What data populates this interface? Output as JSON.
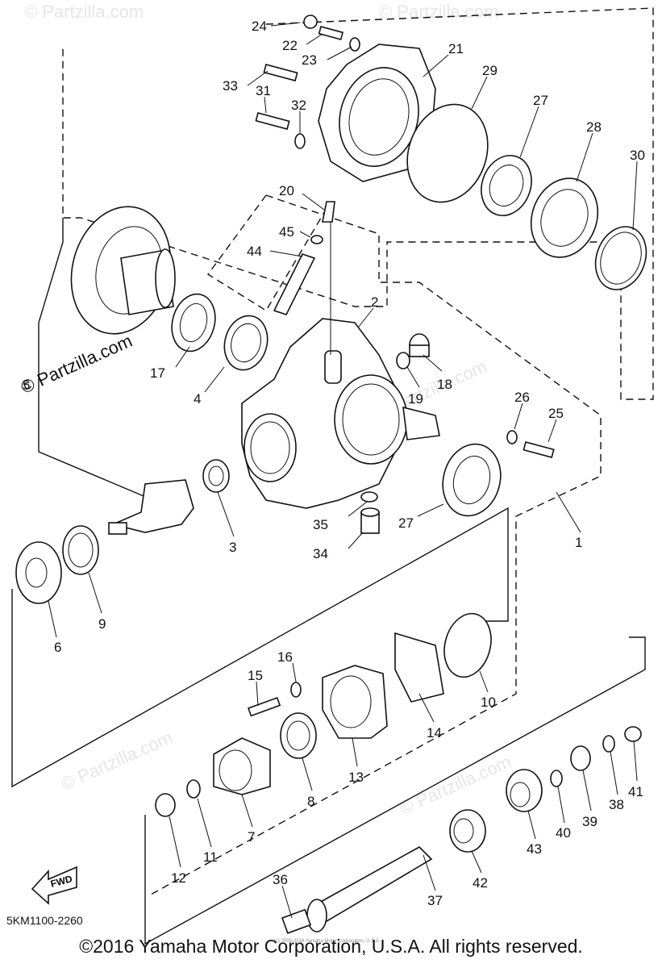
{
  "diagram": {
    "code": "5KM1100-2260",
    "watermark": "© Partzilla.com",
    "copyright": "©2016 Yamaha Motor Corporation, U.S.A. All rights reserved.",
    "small_credit": "(c) 2005-2016 Yamaha Motor Corporation, U.S.A.",
    "fwd_label": "FWD",
    "callouts": {
      "c1": "1",
      "c2": "2",
      "c3": "3",
      "c4": "4",
      "c5": "5",
      "c6": "6",
      "c7": "7",
      "c8": "8",
      "c9": "9",
      "c10": "10",
      "c11": "11",
      "c12": "12",
      "c13": "13",
      "c14": "14",
      "c15": "15",
      "c16": "16",
      "c17": "17",
      "c18": "18",
      "c19": "19",
      "c20": "20",
      "c21": "21",
      "c22": "22",
      "c23": "23",
      "c24": "24",
      "c25": "25",
      "c26": "26",
      "c27a": "27",
      "c27b": "27",
      "c28": "28",
      "c29": "29",
      "c30": "30",
      "c31": "31",
      "c32": "32",
      "c33": "33",
      "c34": "34",
      "c35": "35",
      "c36": "36",
      "c37": "37",
      "c38": "38",
      "c39": "39",
      "c40": "40",
      "c41": "41",
      "c42": "42",
      "c43": "43",
      "c44": "44",
      "c45": "45"
    }
  }
}
